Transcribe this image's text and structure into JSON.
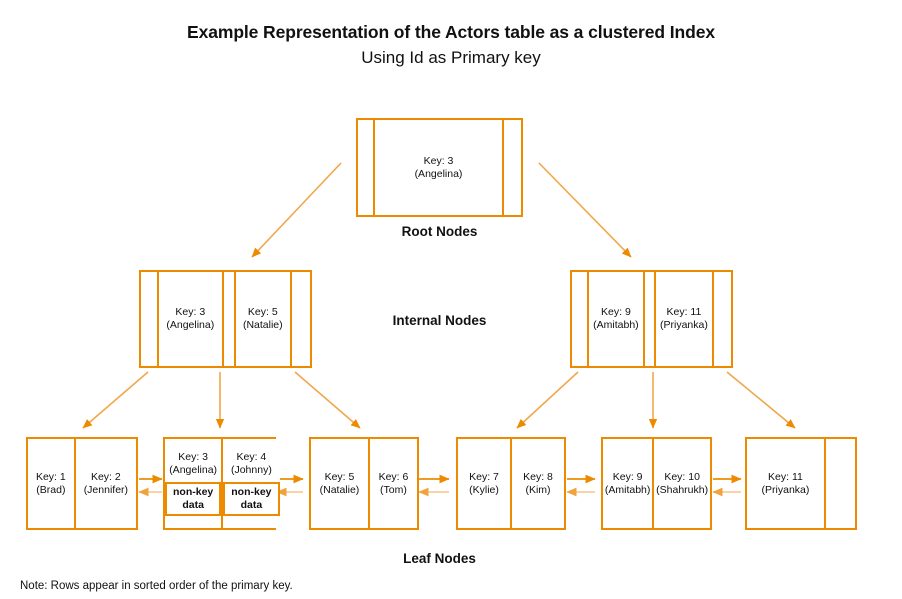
{
  "title": {
    "main": "Example Representation of the Actors table as a clustered Index",
    "sub": "Using Id as Primary key"
  },
  "labels": {
    "root": "Root Nodes",
    "internal": "Internal Nodes",
    "leaf": "Leaf Nodes"
  },
  "footnote": "Note: Rows appear in sorted order of the primary key.",
  "colors": {
    "accent": "#ED8B00",
    "accent_light": "#F6B35A",
    "text": "#111111",
    "background": "#FFFFFF"
  },
  "root": {
    "node_name": "root-node",
    "cells": [
      {
        "type": "pointer",
        "key": "",
        "name": ""
      },
      {
        "type": "key",
        "key": "Key: 3",
        "name": "(Angelina)"
      },
      {
        "type": "pointer",
        "key": "",
        "name": ""
      }
    ]
  },
  "internal": [
    {
      "node_name": "internal-node-left",
      "cells": [
        {
          "type": "pointer",
          "key": "",
          "name": ""
        },
        {
          "type": "key",
          "key": "Key: 3",
          "name": "(Angelina)"
        },
        {
          "type": "pointer",
          "key": "",
          "name": ""
        },
        {
          "type": "key",
          "key": "Key: 5",
          "name": "(Natalie)"
        },
        {
          "type": "pointer",
          "key": "",
          "name": ""
        }
      ]
    },
    {
      "node_name": "internal-node-right",
      "cells": [
        {
          "type": "pointer",
          "key": "",
          "name": ""
        },
        {
          "type": "key",
          "key": "Key: 9",
          "name": "(Amitabh)"
        },
        {
          "type": "pointer",
          "key": "",
          "name": ""
        },
        {
          "type": "key",
          "key": "Key: 11",
          "name": "(Priyanka)"
        },
        {
          "type": "pointer",
          "key": "",
          "name": ""
        }
      ]
    }
  ],
  "leaves": [
    {
      "node_name": "leaf-node-1",
      "cells": [
        {
          "key": "Key: 1",
          "name": "(Brad)",
          "nonkey": ""
        },
        {
          "key": "Key: 2",
          "name": "(Jennifer)",
          "nonkey": ""
        }
      ]
    },
    {
      "node_name": "leaf-node-2",
      "cells": [
        {
          "key": "Key: 3",
          "name": "(Angelina)",
          "nonkey": "non-key\ndata"
        },
        {
          "key": "Key: 4",
          "name": "(Johnny)",
          "nonkey": "non-key\ndata"
        }
      ]
    },
    {
      "node_name": "leaf-node-3",
      "cells": [
        {
          "key": "Key: 5",
          "name": "(Natalie)",
          "nonkey": ""
        },
        {
          "key": "Key: 6",
          "name": "(Tom)",
          "nonkey": ""
        }
      ]
    },
    {
      "node_name": "leaf-node-4",
      "cells": [
        {
          "key": "Key: 7",
          "name": "(Kylie)",
          "nonkey": ""
        },
        {
          "key": "Key: 8",
          "name": "(Kim)",
          "nonkey": ""
        }
      ]
    },
    {
      "node_name": "leaf-node-5",
      "cells": [
        {
          "key": "Key: 9",
          "name": "(Amitabh)",
          "nonkey": ""
        },
        {
          "key": "Key: 10",
          "name": "(Shahrukh)",
          "nonkey": ""
        }
      ]
    },
    {
      "node_name": "leaf-node-6",
      "cells": [
        {
          "key": "Key: 11",
          "name": "(Priyanka)",
          "nonkey": ""
        },
        {
          "key": "",
          "name": "",
          "nonkey": ""
        }
      ]
    }
  ]
}
